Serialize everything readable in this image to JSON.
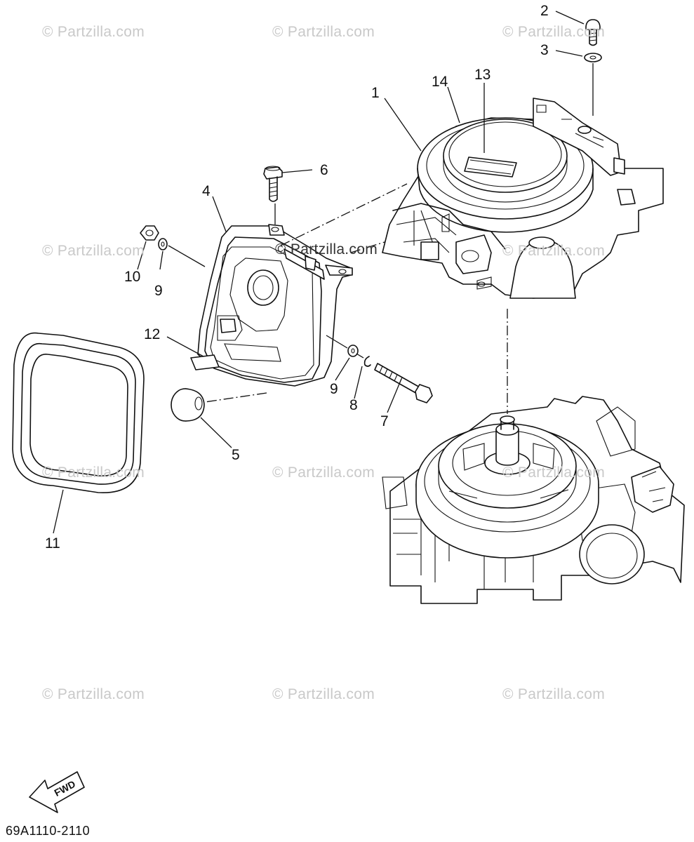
{
  "watermark": "© Partzilla.com",
  "watermark_center": "© Partzilla.com",
  "callouts": [
    "1",
    "2",
    "3",
    "4",
    "5",
    "6",
    "7",
    "8",
    "9",
    "9",
    "10",
    "11",
    "12",
    "13",
    "14"
  ],
  "diagram_code": "69A1110-2110",
  "fwd_label": "FWD"
}
